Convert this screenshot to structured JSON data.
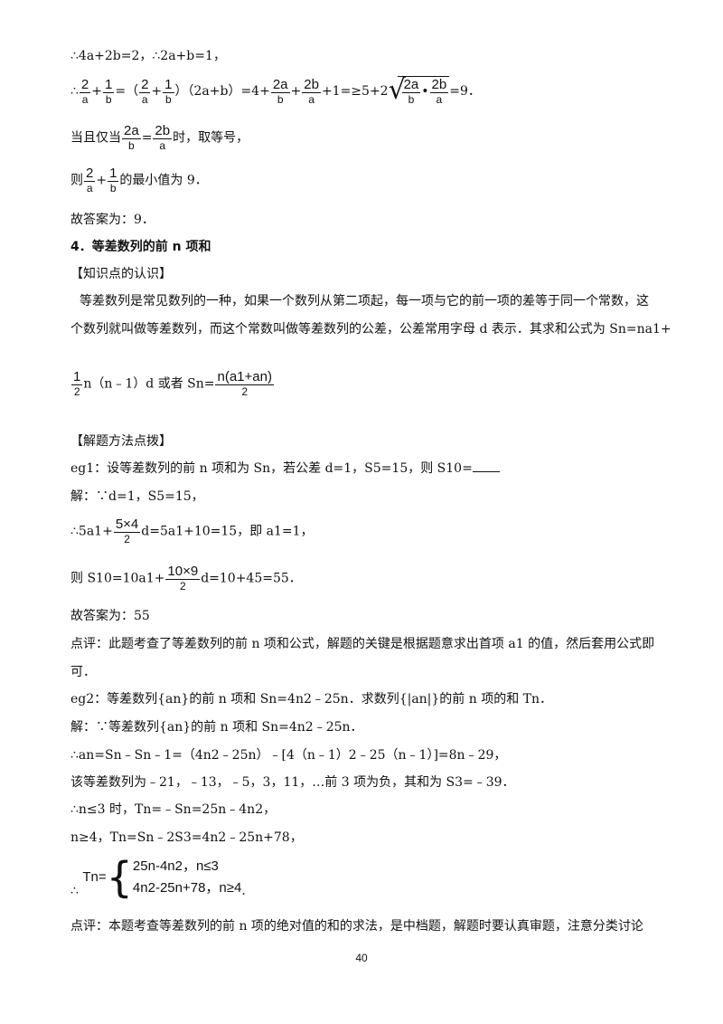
{
  "l1": "∴4a+2b=2，∴2a+b=1，",
  "l2": {
    "pre": "∴",
    "f1n": "2",
    "f1d": "a",
    "plus": "+",
    "f2n": "1",
    "f2d": "b",
    "mid1": "=（",
    "f3n": "2",
    "f3d": "a",
    "plus2": "+",
    "f4n": "1",
    "f4d": "b",
    "mid2": "）（2a+b）=4+",
    "f5n": "2a",
    "f5d": "b",
    "plus3": "+",
    "f6n": "2b",
    "f6d": "a",
    "mid3": "+1=≥5+2",
    "s1n": "2a",
    "s1d": "b",
    "dot": "•",
    "s2n": "2b",
    "s2d": "a",
    "post": "=9．"
  },
  "l3": {
    "pre": "当且仅当",
    "f1n": "2a",
    "f1d": "b",
    "eq": "=",
    "f2n": "2b",
    "f2d": "a",
    "post": "时，取等号，"
  },
  "l4": {
    "pre": "则",
    "f1n": "2",
    "f1d": "a",
    "plus": "+",
    "f2n": "1",
    "f2d": "b",
    "post": "的最小值为 9．"
  },
  "l5": "故答案为：9．",
  "heading": "4．等差数列的前 n 项和",
  "section1": "【知识点的认识】",
  "p1": "等差数列是常见数列的一种，如果一个数列从第二项起，每一项与它的前一项的差等于同一个常数，这",
  "p2": "个数列就叫做等差数列，而这个常数叫做等差数列的公差，公差常用字母 d 表示．其求和公式为 Sn=na1+",
  "f_half_n": "1",
  "f_half_d": "2",
  "f_mid": "n（n﹣1）d 或者 Sn=",
  "f_big_n": "n(a1+an)",
  "f_big_d": "2",
  "section2": "【解题方法点拨】",
  "eg1": "eg1：设等差数列的前 n 项和为 Sn，若公差 d=1，S5=15，则 S10=",
  "eg1_sol": "解：∵d=1，S5=15，",
  "eg1_l2": {
    "pre": "∴5a1+",
    "fn": "5×4",
    "fd": "2",
    "post": "d=5a1+10=15，即 a1=1，"
  },
  "eg1_l3": {
    "pre": "则 S10=10a1+",
    "fn": "10×9",
    "fd": "2",
    "post": "d=10+45=55．"
  },
  "eg1_ans": "故答案为：55",
  "eg1_comment1": "点评：此题考查了等差数列的前 n 项和公式，解题的关键是根据题意求出首项 a1 的值，然后套用公式即",
  "eg1_comment2": "可．",
  "eg2": "eg2：等差数列{an}的前 n 项和 Sn=4n2﹣25n．求数列{|an|}的前 n 项的和 Tn．",
  "eg2_sol": "解：∵等差数列{an}的前 n 项和 Sn=4n2﹣25n．",
  "eg2_l2": "∴an=Sn﹣Sn﹣1=（4n2﹣25n）﹣[4（n﹣1）2﹣25（n﹣1）]=8n﹣29，",
  "eg2_l3": "该等差数列为﹣21，﹣13，﹣5，3，11，…前 3 项为负，其和为 S3=﹣39．",
  "eg2_l4": "∴n≤3 时，Tn=﹣Sn=25n﹣4n2，",
  "eg2_l5": "n≥4，Tn=Sn﹣2S3=4n2﹣25n+78，",
  "cases": {
    "pre": "∴",
    "lhs": "Tn=",
    "c1": "25n-4n2，n≤3",
    "c2": "4n2-25n+78，n≥4",
    "post": "."
  },
  "eg2_comment": "点评：本题考查等差数列的前 n 项的绝对值的和的求法，是中档题，解题时要认真审题，注意分类讨论",
  "page_number": "40"
}
